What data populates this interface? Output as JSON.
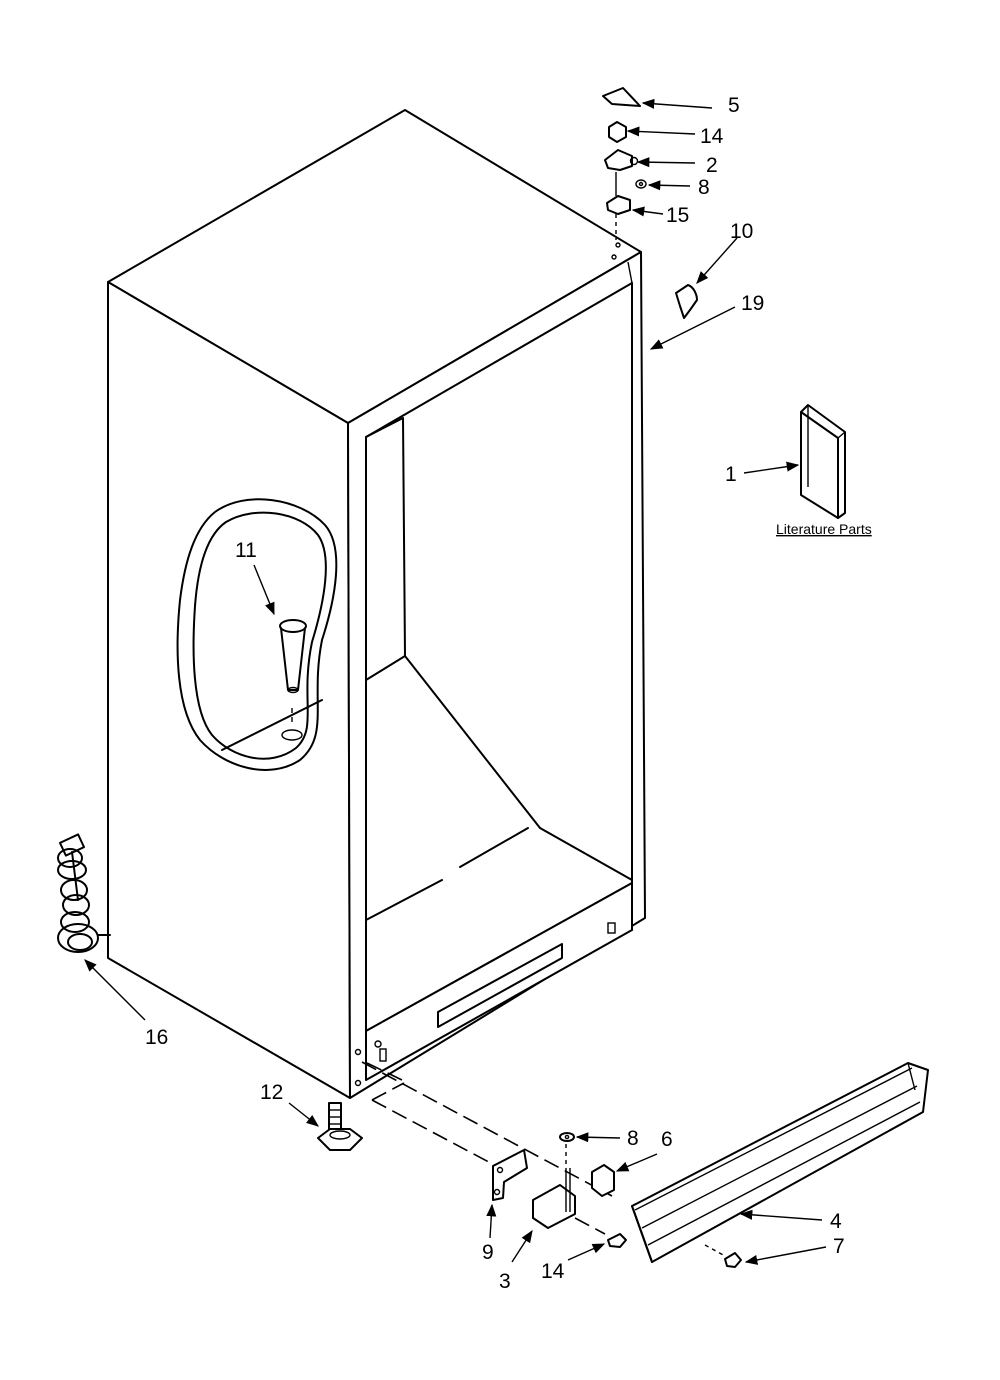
{
  "callouts": [
    {
      "id": "c5",
      "label": "5"
    },
    {
      "id": "c14a",
      "label": "14"
    },
    {
      "id": "c2",
      "label": "2"
    },
    {
      "id": "c8a",
      "label": "8"
    },
    {
      "id": "c15",
      "label": "15"
    },
    {
      "id": "c10",
      "label": "10"
    },
    {
      "id": "c19",
      "label": "19"
    },
    {
      "id": "c1",
      "label": "1"
    },
    {
      "id": "c11",
      "label": "11"
    },
    {
      "id": "c16",
      "label": "16"
    },
    {
      "id": "c12",
      "label": "12"
    },
    {
      "id": "c8b",
      "label": "8"
    },
    {
      "id": "c6",
      "label": "6"
    },
    {
      "id": "c9",
      "label": "9"
    },
    {
      "id": "c3",
      "label": "3"
    },
    {
      "id": "c14b",
      "label": "14"
    },
    {
      "id": "c4",
      "label": "4"
    },
    {
      "id": "c7",
      "label": "7"
    }
  ],
  "literature_label": "Literature Parts"
}
